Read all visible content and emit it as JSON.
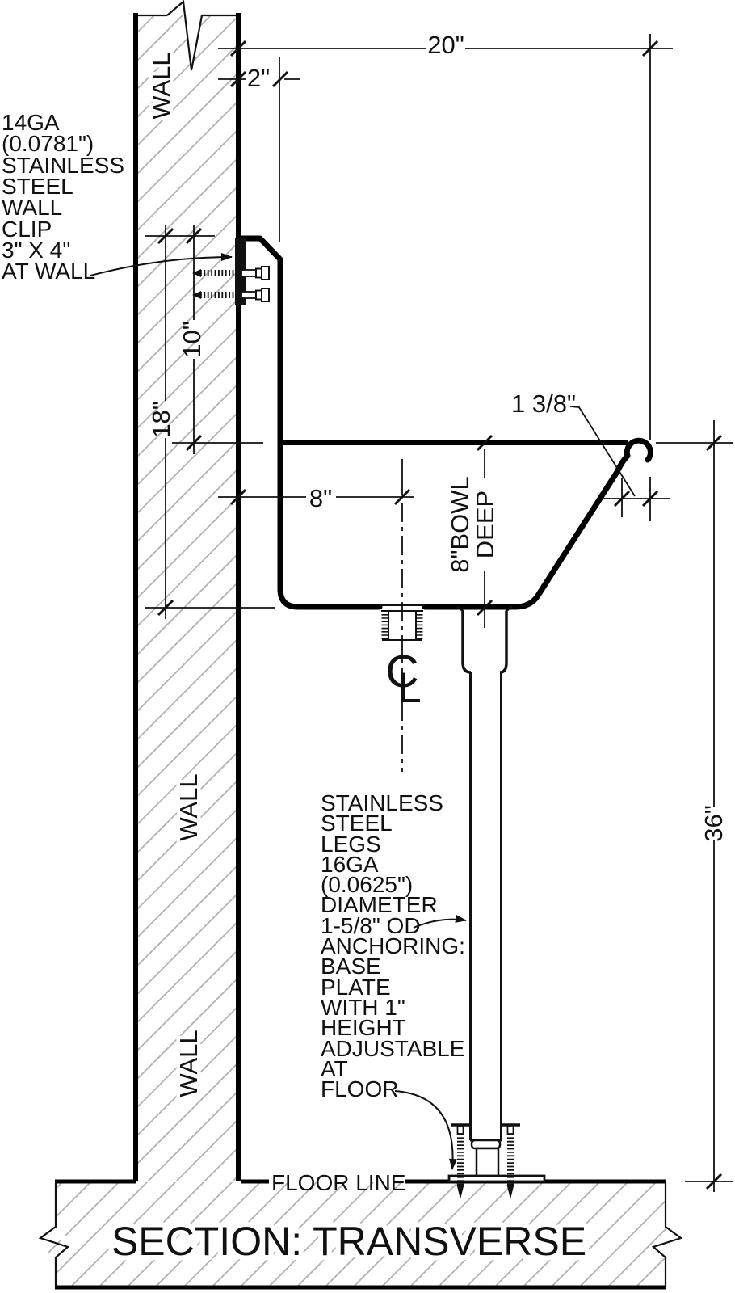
{
  "drawing_title": "SECTION: TRANSVERSE",
  "labels": {
    "wall": "WALL",
    "floor_line": "FLOOR LINE",
    "centerline_c": "C",
    "centerline_l": "L"
  },
  "dimensions": {
    "overall_width": "20\"",
    "backsplash_offset": "2\"",
    "backsplash_height": "10\"",
    "backsplash_to_bowl_bottom": "18\"",
    "drain_from_wall": "8\"",
    "bowl_depth_line1": "8\"BOWL",
    "bowl_depth_line2": "DEEP",
    "rim_roll": "1 3/8\"",
    "rim_height_from_floor": "36\""
  },
  "notes": {
    "wall_clip": [
      "14GA",
      "(0.0781\")",
      "STAINLESS",
      "STEEL",
      "WALL",
      "CLIP",
      "3\" X 4\"",
      "AT WALL"
    ],
    "legs": [
      "STAINLESS",
      "STEEL",
      "LEGS",
      "16GA",
      "(0.0625\")",
      "DIAMETER",
      "1-5/8\" OD",
      "ANCHORING:",
      "BASE",
      "PLATE",
      "WITH 1\"",
      "HEIGHT",
      "ADJUSTABLE",
      "AT",
      "FLOOR"
    ]
  },
  "colors": {
    "line": "#111111",
    "hatch": "#b1b1b1",
    "background": "#ffffff"
  }
}
